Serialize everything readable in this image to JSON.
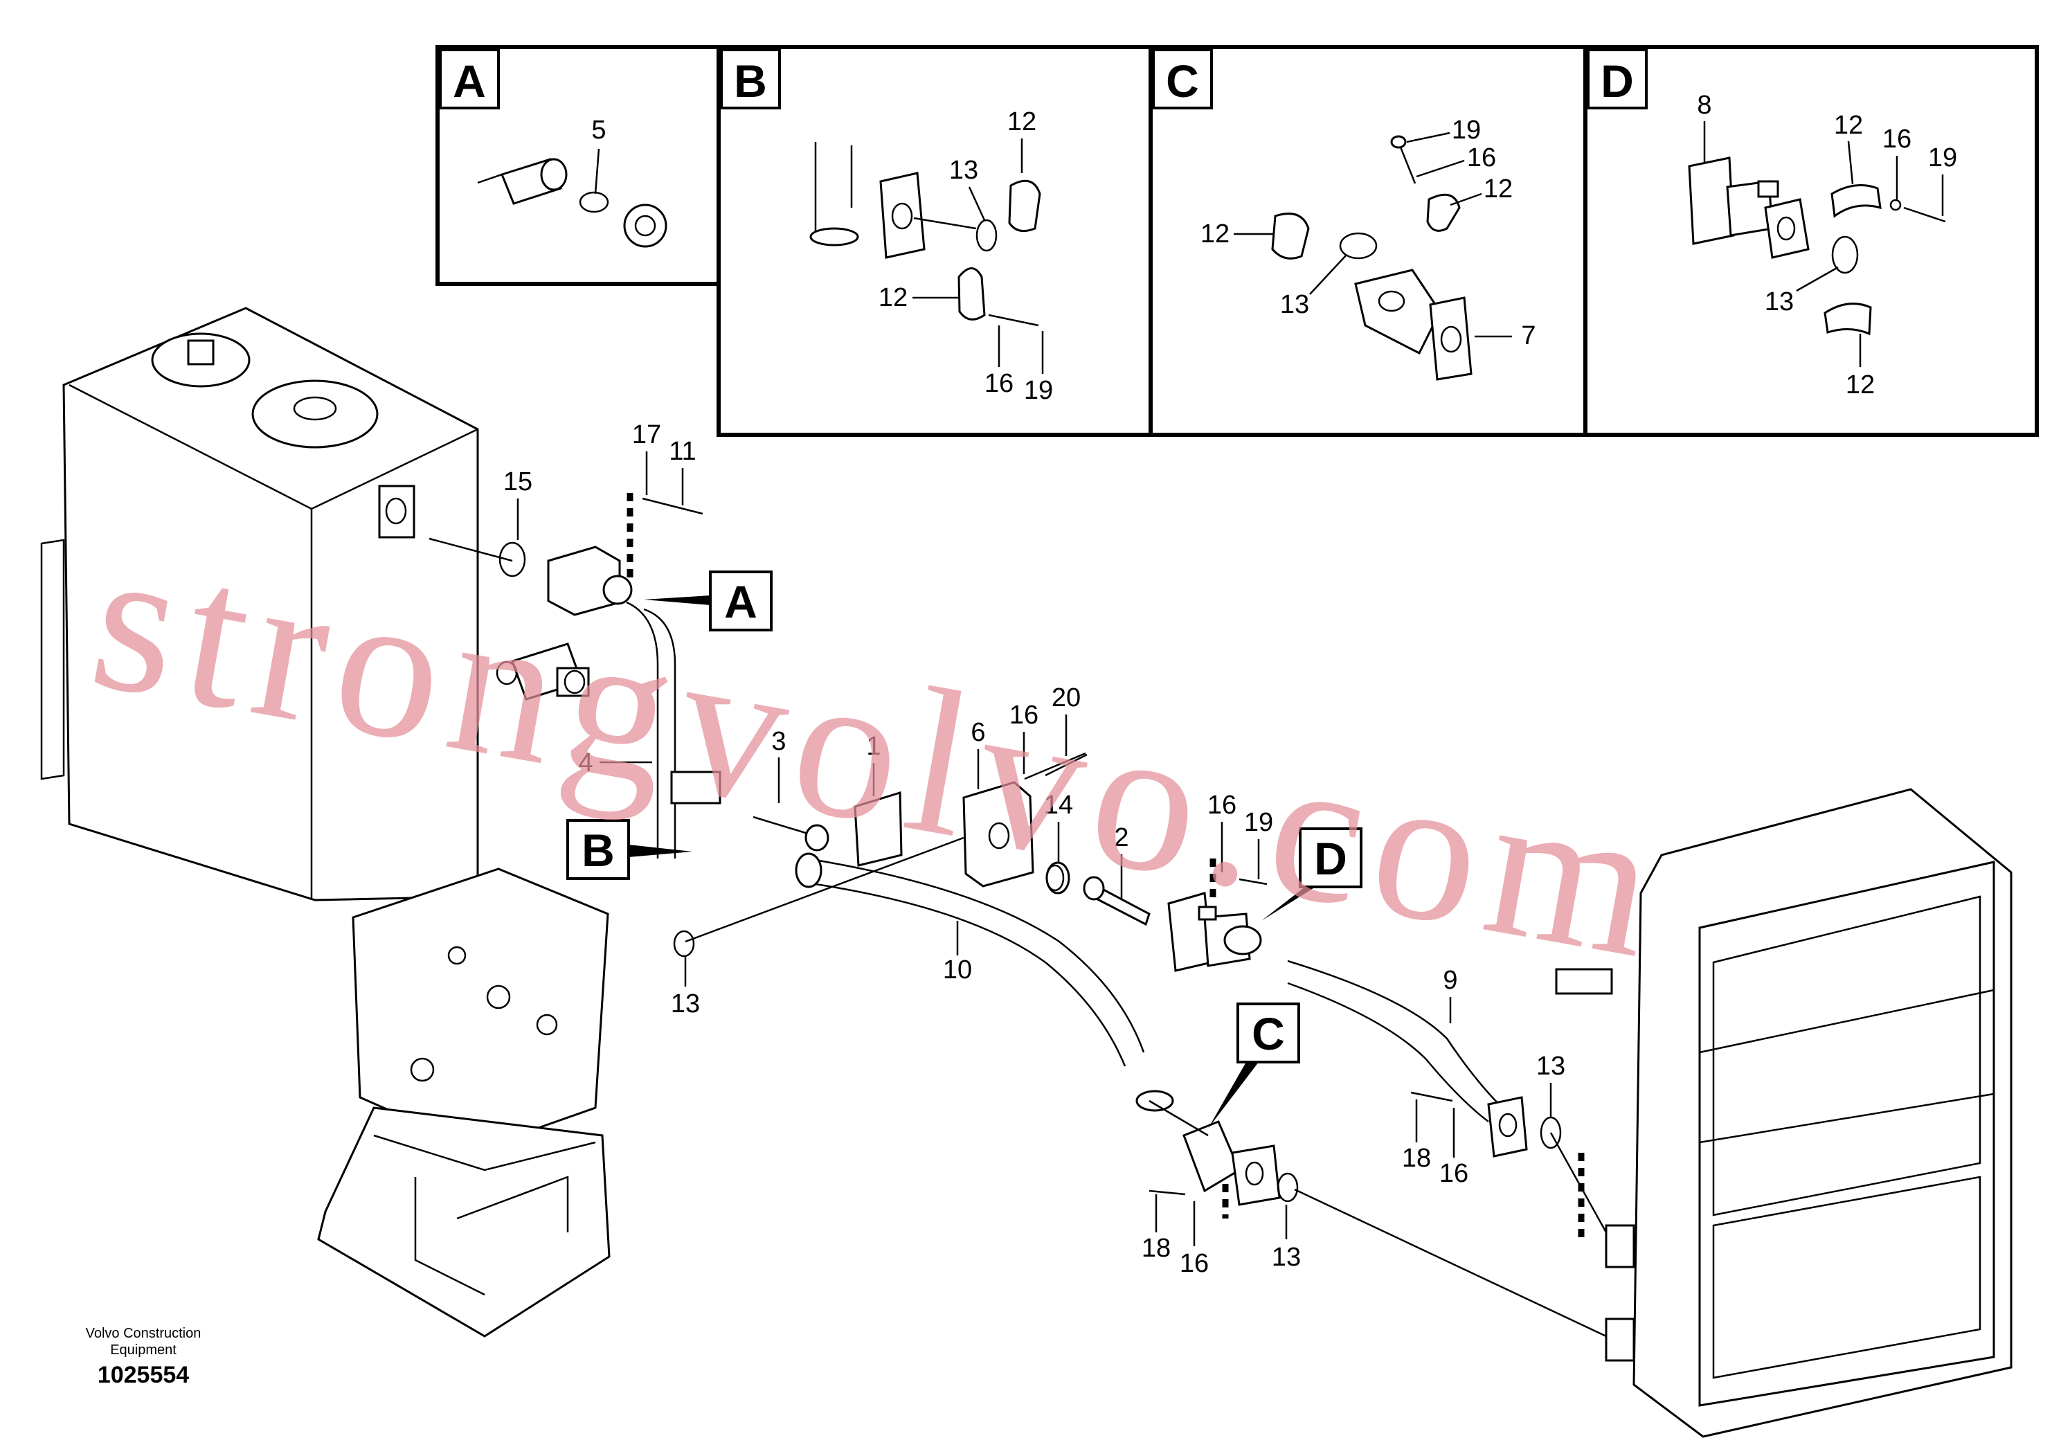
{
  "detail_panels": [
    {
      "letter": "A",
      "labels": [
        "5"
      ]
    },
    {
      "letter": "B",
      "labels": [
        "12",
        "13",
        "12",
        "16",
        "19"
      ]
    },
    {
      "letter": "C",
      "labels": [
        "19",
        "16",
        "12",
        "12",
        "13",
        "7"
      ]
    },
    {
      "letter": "D",
      "labels": [
        "8",
        "12",
        "16",
        "19",
        "13",
        "12"
      ]
    }
  ],
  "callouts": {
    "a": "A",
    "b": "B",
    "c": "C",
    "d": "D"
  },
  "part_labels": {
    "p17": "17",
    "p11": "11",
    "p15": "15",
    "p4": "4",
    "p3": "3",
    "p1": "1",
    "p6": "6",
    "p16a": "16",
    "p20": "20",
    "p14": "14",
    "p2": "2",
    "p16b": "16",
    "p19": "19",
    "p13a": "13",
    "p10": "10",
    "p9": "9",
    "p13b": "13",
    "p18a": "18",
    "p16c": "16",
    "p18b": "18",
    "p16d": "16",
    "p13c": "13"
  },
  "footer": {
    "company_line1": "Volvo Construction",
    "company_line2": "Equipment",
    "drawing_number": "1025554"
  },
  "watermark": "strongvolvo.com"
}
